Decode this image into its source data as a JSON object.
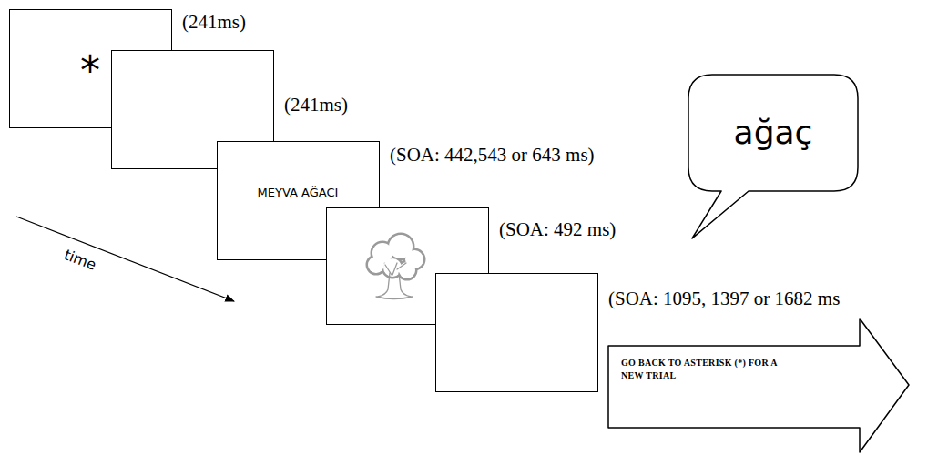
{
  "diagram": {
    "nodes": [
      {
        "text": [
          "*",
          "(241ms)"
        ]
      },
      {
        "text": [
          "(241ms)"
        ]
      },
      {
        "text": [
          "MEYVA AĞACI",
          "(SOA: 442,543 or 643 ms)"
        ]
      },
      {
        "text": [
          "(SOA: 492 ms)"
        ]
      },
      {
        "text": [
          "(SOA: 1095, 1397 or 1682 ms"
        ]
      },
      {
        "text": [
          "ağaç"
        ]
      },
      {
        "text": [
          "GO BACK TO ASTERISK (*) FOR A NEW TRIAL"
        ]
      }
    ],
    "labels": [
      "time"
    ]
  }
}
